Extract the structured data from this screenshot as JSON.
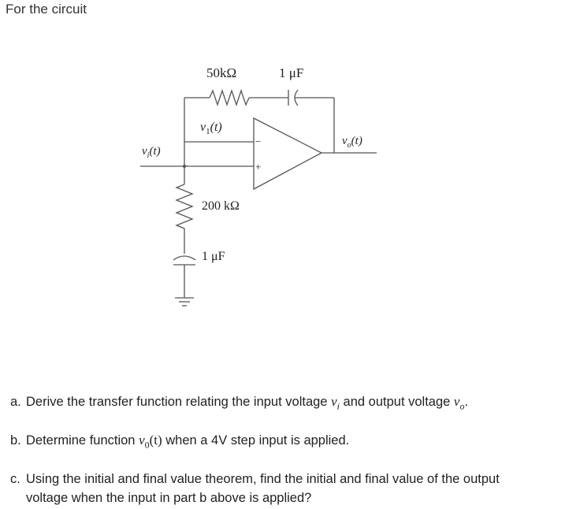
{
  "intro": "For the circuit",
  "circuit": {
    "feedback_resistor": "50kΩ",
    "feedback_capacitor": "1 μF",
    "node_v1": "v",
    "node_v1_sub": "1",
    "node_v1_arg": "(t)",
    "input_v": "v",
    "input_sub": "i",
    "input_arg": "(t)",
    "output_v": "v",
    "output_sub": "o",
    "output_arg": "(t)",
    "opamp_minus": "−",
    "opamp_plus": "+",
    "ground_resistor": "200 kΩ",
    "ground_capacitor": "1 μF"
  },
  "questions": {
    "a": {
      "letter": "a.",
      "text_before": "Derive the transfer function relating the input voltage ",
      "vi": "v",
      "vi_sub": "i",
      "text_mid": " and output voltage ",
      "vo": "v",
      "vo_sub": "o",
      "text_after": "."
    },
    "b": {
      "letter": "b.",
      "text_before": "Determine function ",
      "func_v": "v",
      "func_sub": "0",
      "func_arg": "(t)",
      "text_after": " when a 4V step input is applied."
    },
    "c": {
      "letter": "c.",
      "line1": "Using the initial and final value theorem, find the initial and final value of the output",
      "line2": "voltage when the input in part b above is applied?"
    }
  }
}
